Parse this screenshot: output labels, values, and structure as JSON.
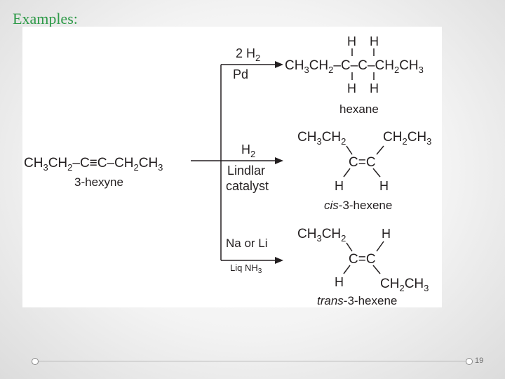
{
  "slide": {
    "title": "Examples:",
    "page_number": "19"
  },
  "diagram": {
    "reactant": {
      "formula": "CH3CH2–C≡C–CH2CH3",
      "name": "3-hexyne"
    },
    "reaction_1": {
      "reagent_1": "2 H2",
      "reagent_2": "Pd",
      "product_formula": "CH3CH2–C–C–CH2CH3",
      "product_name": "hexane"
    },
    "reaction_2": {
      "reagent_1": "H2",
      "reagent_2": "Lindlar",
      "reagent_3": "catalyst",
      "product_name_prefix": "cis",
      "product_name_rest": "-3-hexene"
    },
    "reaction_3": {
      "reagent_1": "Na or Li",
      "reagent_2": "Liq NH3",
      "product_name_prefix": "trans",
      "product_name_rest": "-3-hexene"
    },
    "atom_labels": {
      "ethyl_left": "CH3CH2",
      "ethyl_right": "CH2CH3",
      "carbon": "C",
      "hydrogen": "H"
    }
  }
}
